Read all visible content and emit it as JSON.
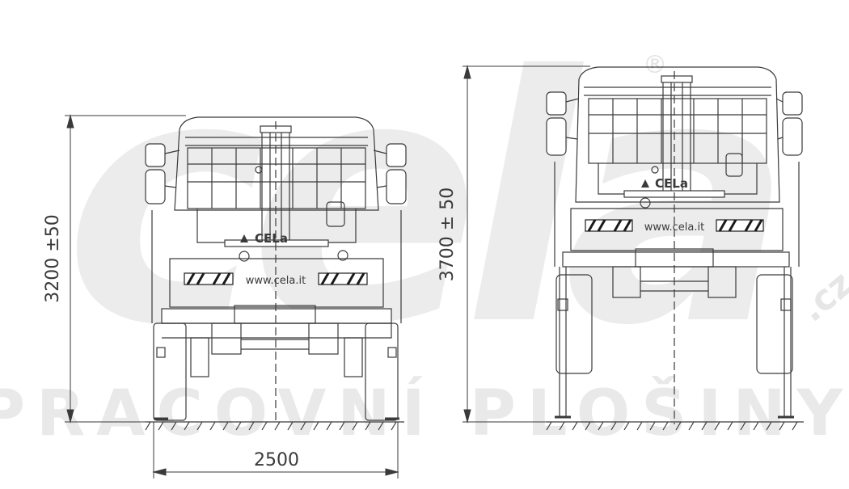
{
  "watermark": {
    "big_text": "cela",
    "bottom_text": "PRACOVNÍ PLOŠINY",
    "domain_suffix": ".cz",
    "registered_mark": "®"
  },
  "truck_left": {
    "url_text": "www.cela.it",
    "brand_text": "CELa",
    "height_dim": "3200 ±50",
    "width_dim": "2500"
  },
  "truck_right": {
    "url_text": "www.cela.it",
    "brand_text": "CELa",
    "height_dim": "3700 ± 50"
  },
  "colors": {
    "line": "#3a3a3a",
    "watermark": "#e9e9e9",
    "hazard": "#1a1a1a"
  }
}
